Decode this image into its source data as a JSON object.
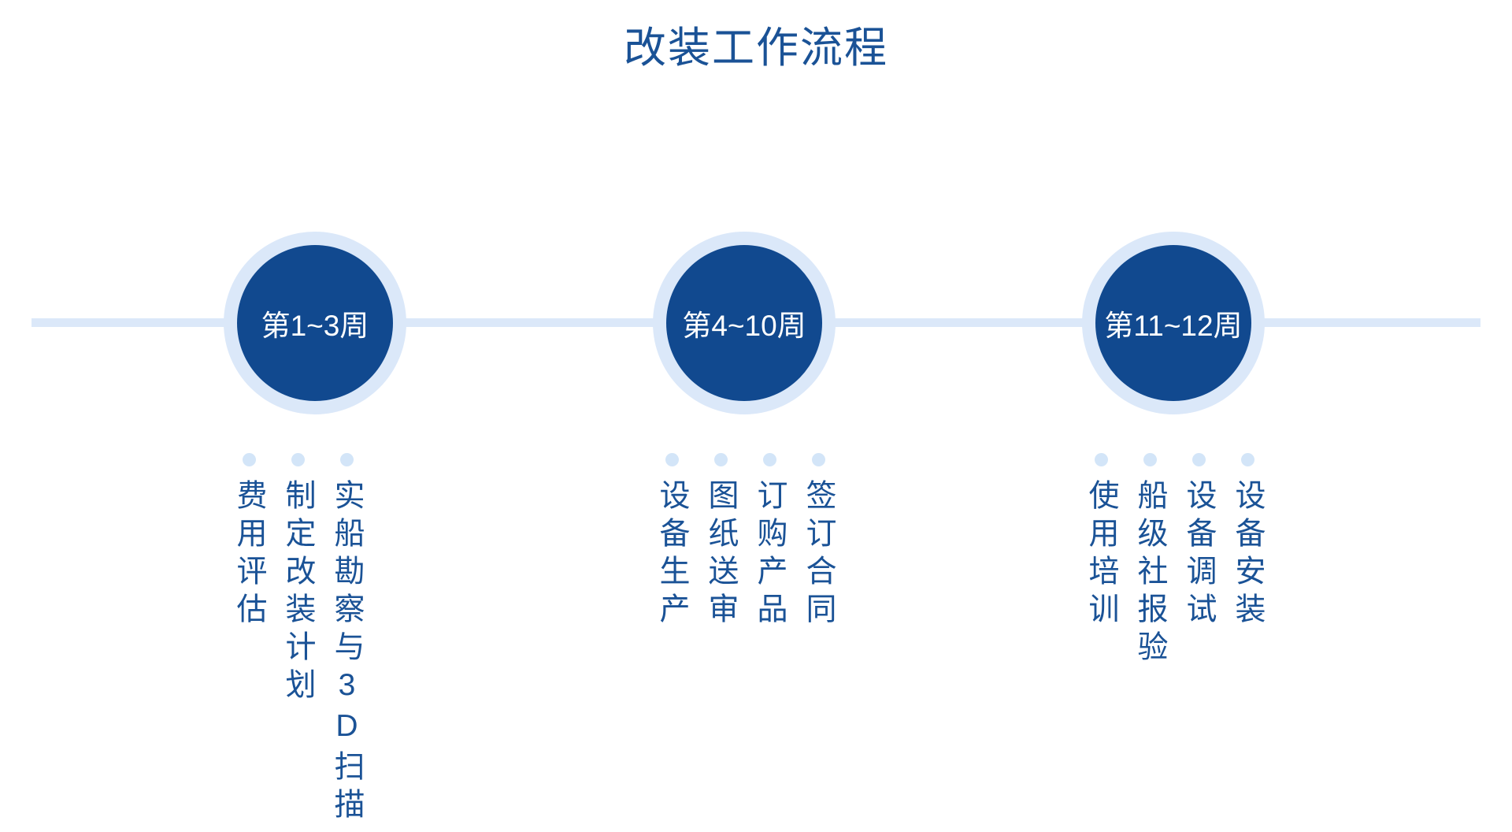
{
  "page": {
    "title": "改装工作流程",
    "background_color": "#ffffff"
  },
  "colors": {
    "accent_dark_blue": "#11498f",
    "title_blue": "#1a5296",
    "light_blue": "#dbe8f9",
    "dot_blue": "#d3e5f8",
    "text_on_circle": "#ffffff"
  },
  "timeline": {
    "line_label": "timeline-spine",
    "phases": [
      {
        "id": "phase-1",
        "period": "第1~3周",
        "tasks": [
          "实船勘察与3D扫描",
          "制定改装计划",
          "费用评估"
        ]
      },
      {
        "id": "phase-2",
        "period": "第4~10周",
        "tasks": [
          "签订合同",
          "订购产品",
          "图纸送审",
          "设备生产"
        ]
      },
      {
        "id": "phase-3",
        "period": "第11~12周",
        "tasks": [
          "设备安装",
          "设备调试",
          "船级社报验",
          "使用培训"
        ]
      }
    ]
  }
}
